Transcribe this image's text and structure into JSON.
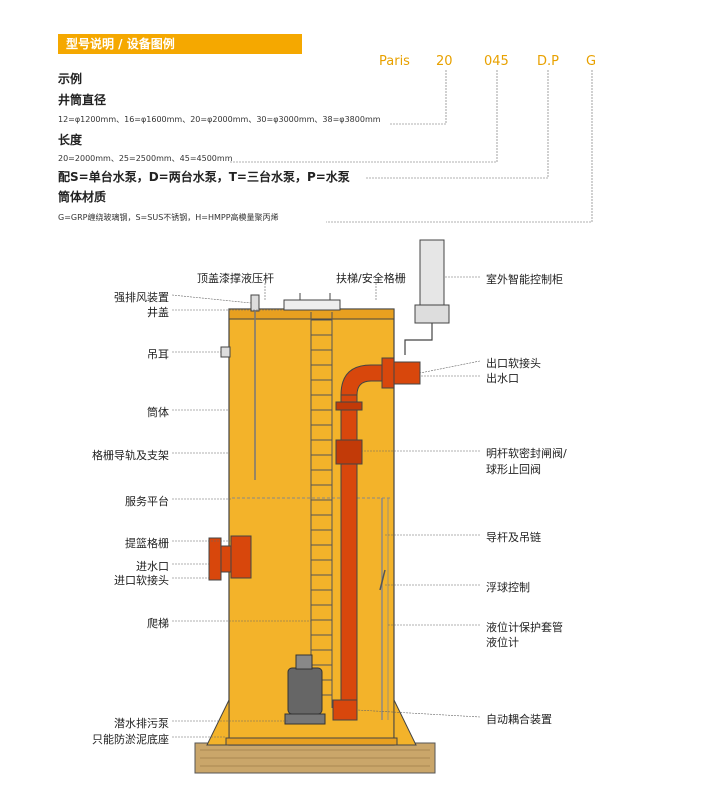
{
  "header": {
    "title": "型号说明 / 设备图例"
  },
  "model_code": {
    "parts": [
      "Paris",
      "20",
      "045",
      "D.P",
      "G"
    ]
  },
  "spec": [
    {
      "label": "示例",
      "desc": ""
    },
    {
      "label": "井筒直径",
      "desc": "12=φ1200mm、16=φ1600mm、20=φ2000mm、30=φ3000mm、38=φ3800mm"
    },
    {
      "label": "长度",
      "desc": "20=2000mm、25=2500mm、45=4500mm"
    },
    {
      "label": "配S=单台水泵，D=两台水泵，T=三台水泵，P=水泵",
      "desc": ""
    },
    {
      "label": "筒体材质",
      "desc": "G=GRP缠绕玻璃钢，S=SUS不锈钢，H=HMPP高模量聚丙烯"
    }
  ],
  "parts_left": [
    "强排风装置",
    "井盖",
    "吊耳",
    "筒体",
    "格栅导轨及支架",
    "服务平台",
    "提篮格栅",
    "进水口",
    "进口软接头",
    "爬梯",
    "潜水排污泵",
    "只能防淤泥底座"
  ],
  "parts_top": [
    "顶盖漆撑液压杆",
    "扶梯/安全格栅"
  ],
  "parts_right": [
    "室外智能控制柜",
    "出口软接头",
    "出水口",
    "明杆软密封闸阀/",
    "球形止回阀",
    "导杆及吊链",
    "浮球控制",
    "液位计保护套管",
    "液位计",
    "自动耦合装置"
  ],
  "colors": {
    "accent": "#f5a800",
    "body": "#f3b32a",
    "pipe": "#d8470c",
    "base": "#caa66a"
  }
}
